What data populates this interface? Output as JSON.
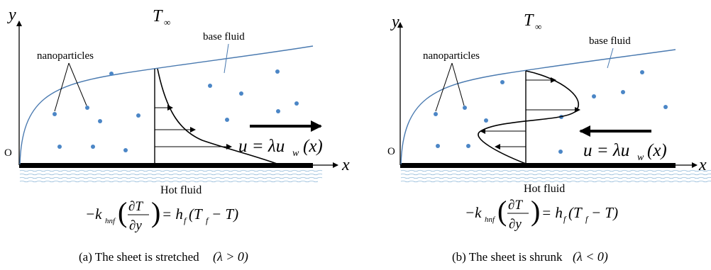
{
  "panels": [
    {
      "temperature_label": "T",
      "temperature_sub": "∞",
      "base_fluid_label": "base fluid",
      "nanoparticles_label": "nanoparticles",
      "origin_label": "O",
      "x_axis_label": "x",
      "y_axis_label": "y",
      "hot_fluid_label": "Hot fluid",
      "velocity_lhs": "u = λu",
      "velocity_sub": "w",
      "velocity_arg": "(x)",
      "bc_k": "−k",
      "bc_k_sub": "hnf",
      "bc_dT": "∂T",
      "bc_dy": "∂y",
      "bc_h": "= h",
      "bc_h_sub": "f",
      "bc_paren_open": "(T",
      "bc_paren_sub": "f",
      "bc_paren_rest": "− T)",
      "caption_main": "(a) The sheet is stretched",
      "caption_cond": "(λ > 0)"
    },
    {
      "temperature_label": "T",
      "temperature_sub": "∞",
      "base_fluid_label": "base fluid",
      "nanoparticles_label": "nanoparticles",
      "origin_label": "O",
      "x_axis_label": "x",
      "y_axis_label": "y",
      "hot_fluid_label": "Hot fluid",
      "velocity_lhs": "u = λu",
      "velocity_sub": "w",
      "velocity_arg": "(x)",
      "bc_k": "−k",
      "bc_k_sub": "hnf",
      "bc_dT": "∂T",
      "bc_dy": "∂y",
      "bc_h": "= h",
      "bc_h_sub": "f",
      "bc_paren_open": "(T",
      "bc_paren_sub": "f",
      "bc_paren_rest": "− T)",
      "caption_main": "(b) The sheet is shrunk",
      "caption_cond": "(λ < 0)"
    }
  ],
  "colors": {
    "boundary_layer": "#4a7ab0",
    "particle": "#4b86c6",
    "hot_fluid_lines": "#8fb8d8",
    "ink": "#000000"
  }
}
